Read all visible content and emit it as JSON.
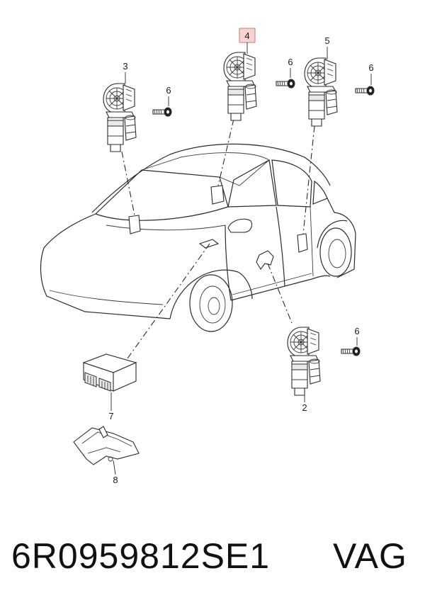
{
  "callouts": {
    "c1": "4",
    "c2": "5",
    "c3": "3",
    "c4": "6",
    "c5": "6",
    "c6": "6",
    "c7": "6",
    "c8": "2",
    "c9": "7",
    "c10": "8"
  },
  "footer": {
    "part_number": "6R0959812SE1",
    "brand": "VAG"
  },
  "colors": {
    "highlight_fill": "#f6d4d4",
    "highlight_stroke": "#d07a7a"
  }
}
